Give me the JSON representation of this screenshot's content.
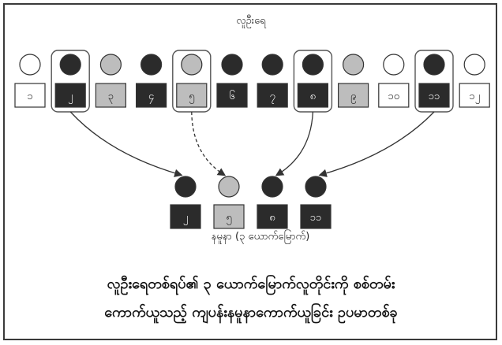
{
  "title": "လူဦးရေ",
  "population": [
    {
      "label": "၁",
      "color": "white",
      "selected": false
    },
    {
      "label": "၂",
      "color": "dark",
      "selected": true
    },
    {
      "label": "၃",
      "color": "gray",
      "selected": false
    },
    {
      "label": "၄",
      "color": "dark",
      "selected": false
    },
    {
      "label": "၅",
      "color": "gray",
      "selected": true
    },
    {
      "label": "၆",
      "color": "dark",
      "selected": false
    },
    {
      "label": "၇",
      "color": "dark",
      "selected": false
    },
    {
      "label": "၈",
      "color": "dark",
      "selected": true
    },
    {
      "label": "၉",
      "color": "gray",
      "selected": false
    },
    {
      "label": "၁၀",
      "color": "white",
      "selected": false
    },
    {
      "label": "၁၁",
      "color": "dark",
      "selected": true
    },
    {
      "label": "၁၂",
      "color": "white",
      "selected": false
    }
  ],
  "sample": [
    {
      "label": "၂",
      "color": "dark"
    },
    {
      "label": "၅",
      "color": "gray"
    },
    {
      "label": "၈",
      "color": "dark"
    },
    {
      "label": "၁၁",
      "color": "dark"
    }
  ],
  "sample_label": "နမူနာ (၃ ယောက်မြောက်)",
  "caption_line1": "လူဦးရေတစ်ရပ်၏ ၃ ယောက်မြောက်လူတိုင်းကို စစ်တမ်း",
  "caption_line2": "ကောက်ယူသည့် ကျပန်းနမူနာကောက်ယူခြင်း ဥပမာတစ်ခု",
  "colors": {
    "dark": "#2b2b2b",
    "gray": "#bdbdbd",
    "white": "#ffffff",
    "stroke": "#333333"
  }
}
